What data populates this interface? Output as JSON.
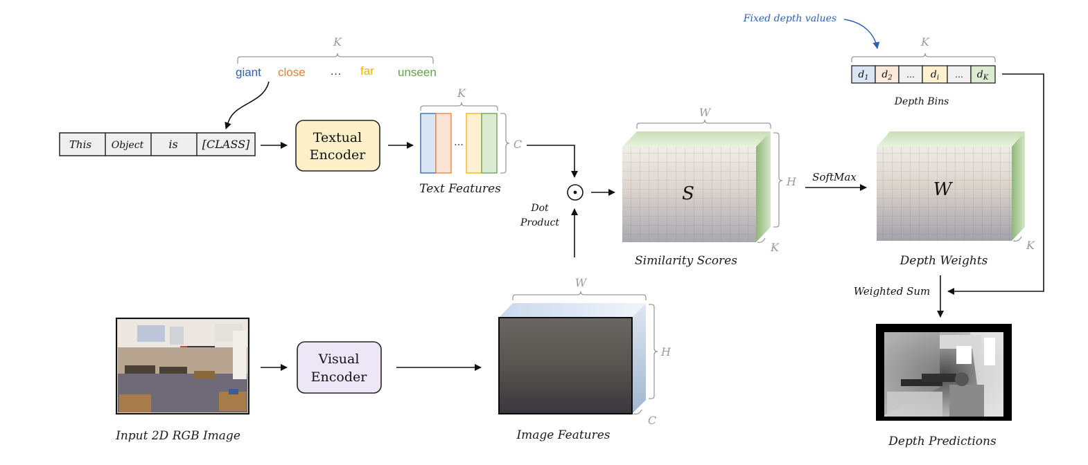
{
  "class_words": {
    "giant": "giant",
    "close": "close",
    "ellipsis": "…",
    "far": "far",
    "unseen": "unseen",
    "brace_label": "K"
  },
  "prompt_tokens": [
    "This",
    "Object",
    "is",
    "[CLASS]"
  ],
  "textual_encoder": {
    "line1": "Textual",
    "line2": "Encoder"
  },
  "visual_encoder": {
    "line1": "Visual",
    "line2": "Encoder"
  },
  "text_features": {
    "caption": "Text Features",
    "k_label": "K",
    "c_label": "C",
    "ellipsis": "…"
  },
  "dot_product": {
    "symbol": "⊙",
    "line1": "Dot",
    "line2": "Product"
  },
  "similarity": {
    "caption": "Similarity Scores",
    "symbol": "S",
    "w_label": "W",
    "h_label": "H",
    "k_label": "K"
  },
  "softmax": {
    "label": "SoftMax"
  },
  "depth_weights": {
    "caption": "Depth Weights",
    "symbol": "W",
    "k_label": "K"
  },
  "fixed_depth": {
    "label": "Fixed depth values"
  },
  "depth_bins": {
    "caption": "Depth Bins",
    "k_label": "K",
    "cells": [
      {
        "main": "d",
        "sub": "1"
      },
      {
        "main": "d",
        "sub": "2"
      },
      {
        "main": "…",
        "sub": ""
      },
      {
        "main": "d",
        "sub": "i"
      },
      {
        "main": "…",
        "sub": ""
      },
      {
        "main": "d",
        "sub": "K"
      }
    ]
  },
  "weighted_sum": {
    "label": "Weighted Sum"
  },
  "depth_predictions": {
    "caption": "Depth Predictions"
  },
  "input_image": {
    "caption": "Input 2D RGB Image"
  },
  "image_features": {
    "caption": "Image Features",
    "w_label": "W",
    "h_label": "H",
    "c_label": "C"
  },
  "colors": {
    "blue": "#2f5fb3",
    "orange": "#ed7d31",
    "yellow": "#f0b400",
    "green": "#5fa447",
    "encoder_text_fill": "#fdf0c8",
    "encoder_visual_fill": "#ece6f6"
  }
}
